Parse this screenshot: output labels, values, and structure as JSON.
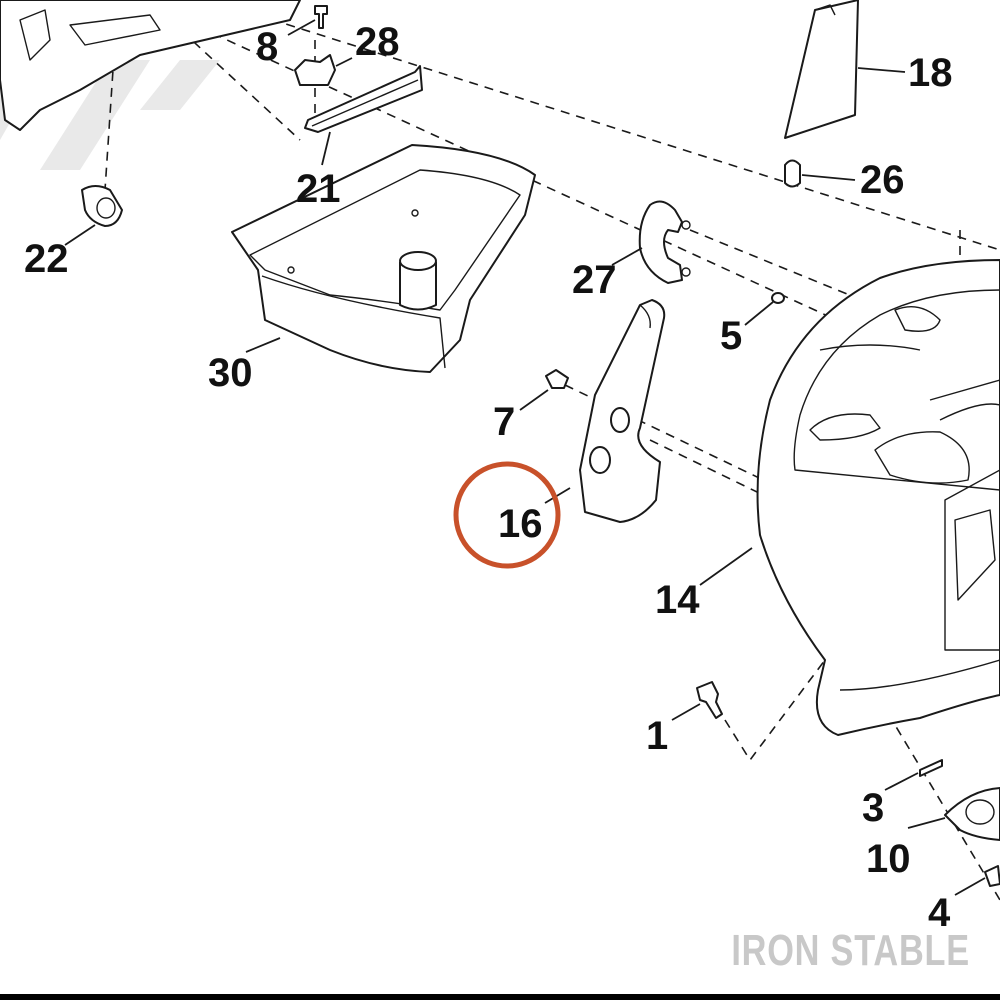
{
  "callouts": {
    "c1": "1",
    "c3": "3",
    "c4": "4",
    "c5": "5",
    "c7": "7",
    "c8": "8",
    "c10": "10",
    "c14": "14",
    "c16": "16",
    "c18": "18",
    "c21": "21",
    "c22": "22",
    "c26": "26",
    "c27": "27",
    "c28": "28",
    "c30": "30"
  },
  "highlight": {
    "callout": "16",
    "color": "#c8512a"
  },
  "watermark": "IRON STABLE",
  "colors": {
    "line": "#1a1a1a",
    "highlight": "#c8512a",
    "watermark": "#c8c8c8"
  }
}
